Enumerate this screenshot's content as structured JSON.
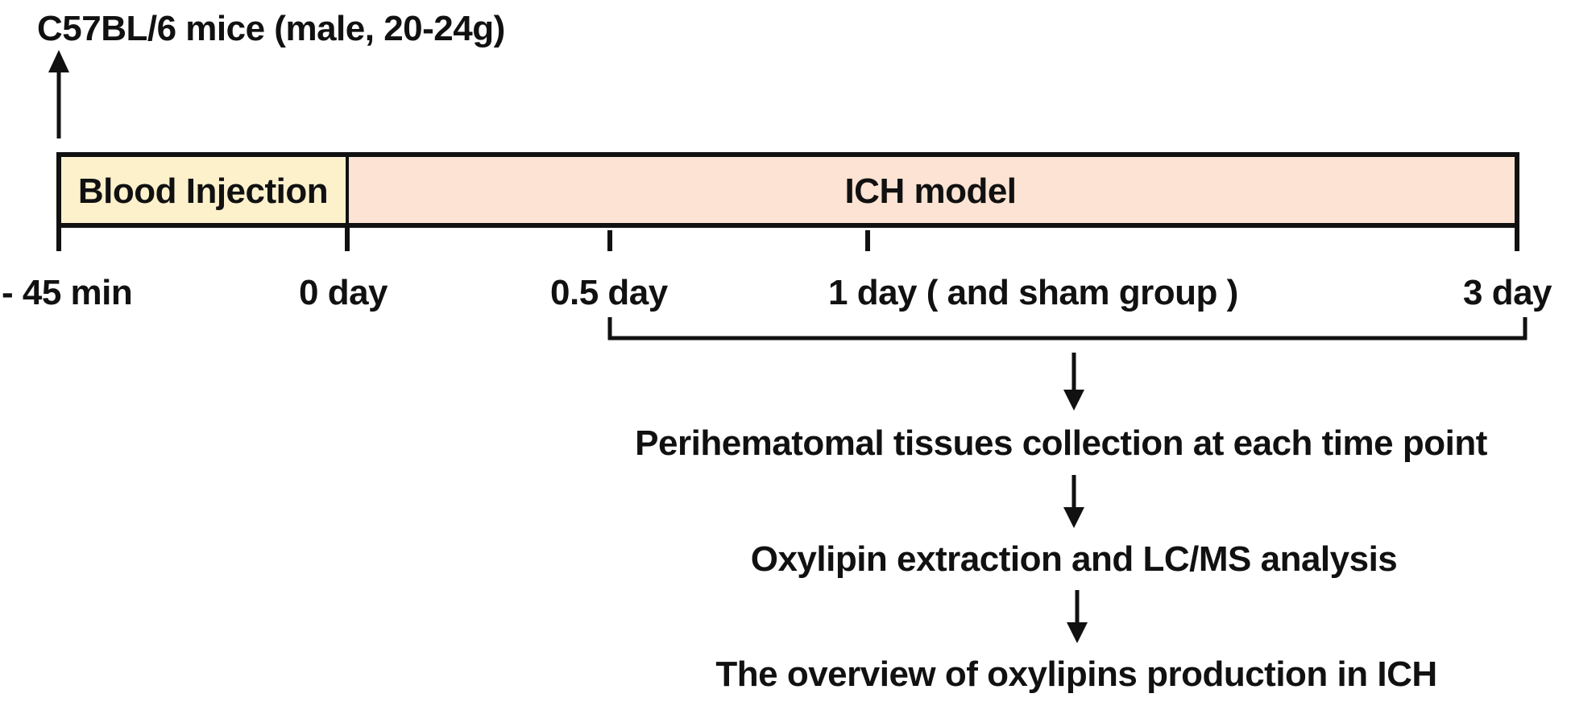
{
  "subject": "C57BL/6 mice (male, 20-24g)",
  "timeline": {
    "segments": [
      {
        "label": "Blood Injection",
        "fill": "#fdf1cc"
      },
      {
        "label": "ICH model",
        "fill": "#fde3d3"
      }
    ],
    "ticks": [
      "- 45 min",
      "0 day",
      "0.5 day",
      "1 day ( and sham group )",
      "3 day"
    ]
  },
  "steps": [
    "Perihematomal  tissues collection at each time point",
    "Oxylipin extraction and LC/MS analysis",
    "The overview of oxylipins production in ICH"
  ]
}
